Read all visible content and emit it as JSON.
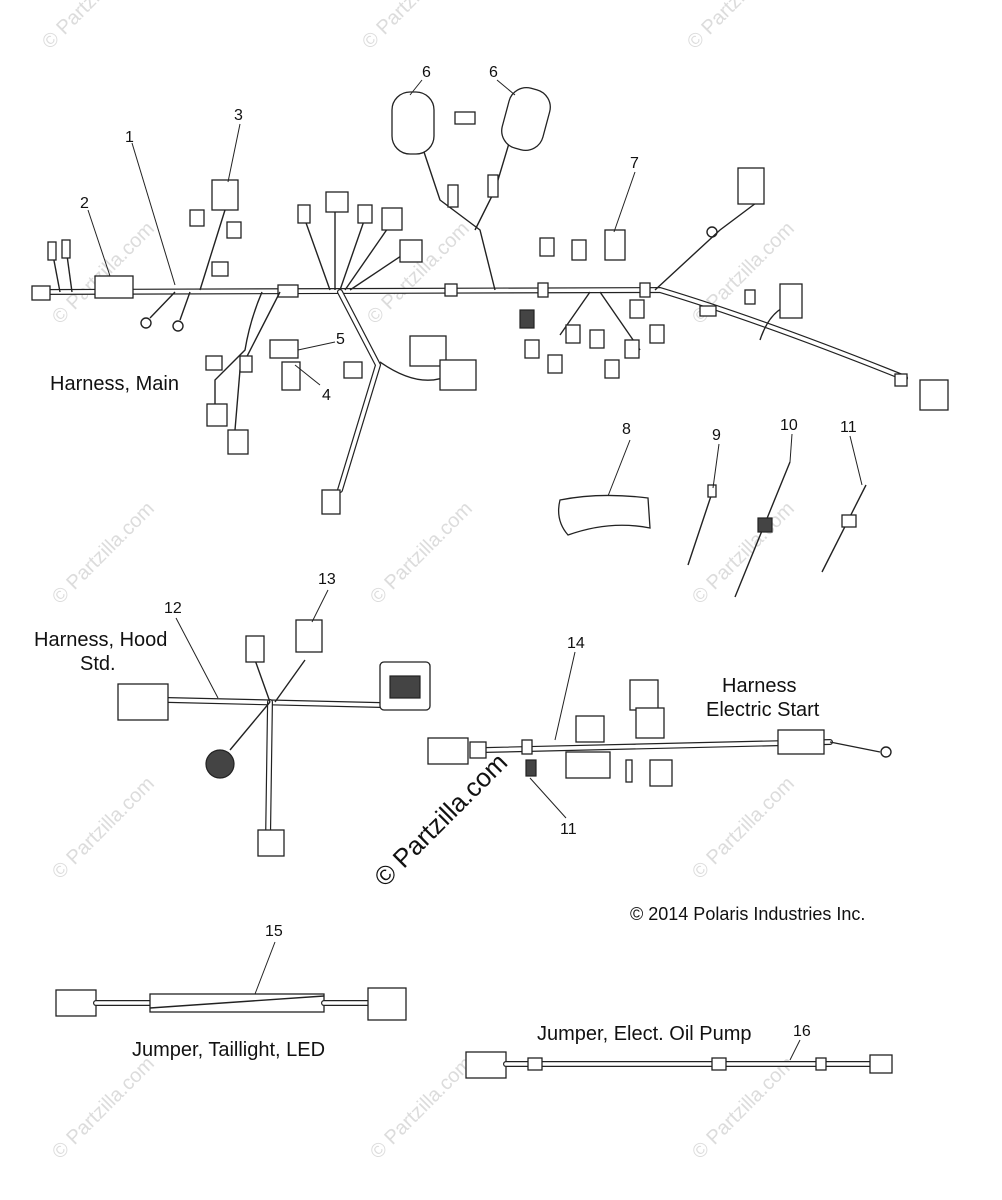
{
  "sections": {
    "main": "Harness, Main",
    "hood_line1": "Harness, Hood",
    "hood_line2": "Std.",
    "estart_line1": "Harness",
    "estart_line2": "Electric Start",
    "taillight": "Jumper, Taillight, LED",
    "oil_pump": "Jumper, Elect. Oil Pump"
  },
  "callouts": [
    "1",
    "2",
    "3",
    "4",
    "5",
    "6",
    "7",
    "8",
    "9",
    "10",
    "11",
    "12",
    "13",
    "14",
    "15",
    "16"
  ],
  "copyright": "© 2014 Polaris Industries Inc.",
  "watermark": {
    "text": "© Partzilla.com",
    "color": "#dcdcdc"
  }
}
